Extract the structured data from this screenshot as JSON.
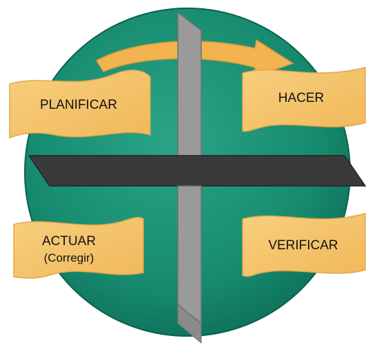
{
  "colors": {
    "circle": "#1a8a70",
    "circle_dark": "#0e6e58",
    "banner": "#f6c468",
    "banner_edge": "#e2a64a",
    "arrow": "#f3b350",
    "bar_horizontal": "#3a3a3a",
    "bar_vertical": "#9a9a9a"
  },
  "quadrants": {
    "plan": {
      "label": "PLANIFICAR"
    },
    "do": {
      "label": "HACER"
    },
    "check": {
      "label": "VERIFICAR"
    },
    "act": {
      "label": "ACTUAR",
      "sublabel": "(Corregir)"
    }
  },
  "icons": {
    "cycle_arrow": "curved-arrow-right"
  }
}
